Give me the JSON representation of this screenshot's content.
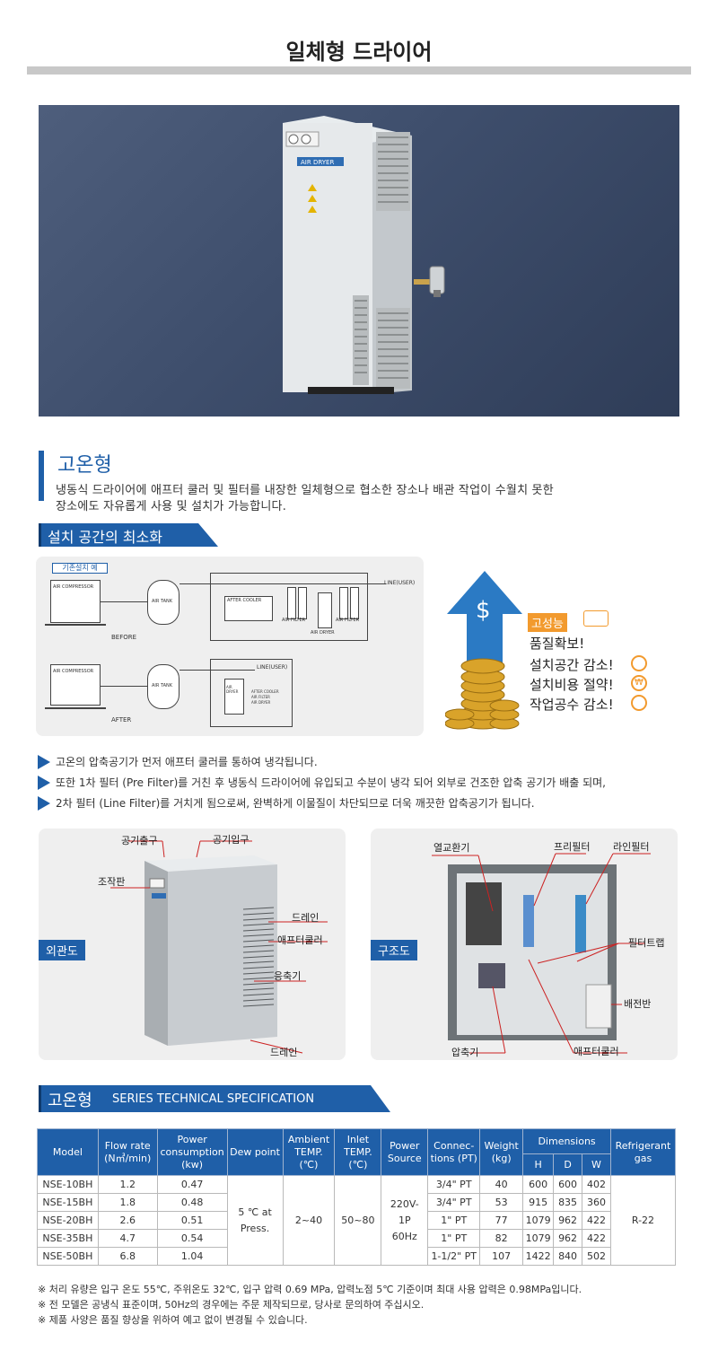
{
  "page": {
    "title": "일체형 드라이어"
  },
  "hero": {
    "logo_text": "AIR DRYER"
  },
  "intro": {
    "heading": "고온형",
    "desc_line1": "냉동식 드라이어에 애프터 쿨러 및 필터를 내장한 일체형으로 협소한 장소나 배관 작업이 수월치 못한",
    "desc_line2": "장소에도 자유롭게 사용 및 설치가 가능합니다."
  },
  "install": {
    "banner": "설치 공간의 최소화",
    "existing_tag": "기존설치 예",
    "before_label": "BEFORE",
    "after_label": "AFTER",
    "air_compressor": "AIR COMPRESSOR",
    "air_tank": "AIR TANK",
    "after_cooler": "AFTER COOLER",
    "air_filter": "AIR FILTER",
    "air_dryer": "AIR DRYER",
    "line_user": "LINE(USER)",
    "air_dryer_short": "AIR DRYER",
    "mini_after_cooler": "AFTER COOLER",
    "mini_air_filter": "AIR FILTER",
    "mini_air_dryer": "AIR DRYER"
  },
  "benefits": {
    "tag": "고성능",
    "items": [
      "품질확보!",
      "설치공간 감소!",
      "설치비용 절약!",
      "작업공수 감소!"
    ]
  },
  "bullets": [
    "고온의 압축공기가 먼저 애프터 쿨러를 통하여 냉각됩니다.",
    "또한 1차 필터 (Pre Filter)를 거친 후 냉동식 드라이어에 유입되고 수분이 냉각 되어 외부로 건조한 압축 공기가 배출 되며,",
    "2차 필터 (Line Filter)를 거치게 됨으로써, 완벽하게 이물질이 차단되므로 더욱 깨끗한 압축공기가 됩니다."
  ],
  "exterior": {
    "label": "외관도",
    "callouts": {
      "air_out": "공기출구",
      "air_in": "공기입구",
      "control_panel": "조작판",
      "drain_top": "드레인",
      "after_cooler": "애프터쿨러",
      "condenser": "응축기",
      "drain_bottom": "드레인"
    }
  },
  "structure": {
    "label": "구조도",
    "callouts": {
      "heat_exchanger": "열교환기",
      "pre_filter": "프리필터",
      "line_filter": "라인필터",
      "filter_trap": "필터트랩",
      "panel": "배전반",
      "compressor": "압축기",
      "after_cooler": "애프터쿨러"
    }
  },
  "spec": {
    "heading": "고온형",
    "heading_en": "SERIES TECHNICAL SPECIFICATION",
    "headers": {
      "model": "Model",
      "flow_rate": "Flow rate (N㎥/min)",
      "power": "Power consumption (kw)",
      "dew_point": "Dew point",
      "ambient": "Ambient TEMP. (℃)",
      "inlet": "Inlet TEMP. (℃)",
      "power_source": "Power Source",
      "connections": "Connec- tions (PT)",
      "weight": "Weight (kg)",
      "dimensions": "Dimensions",
      "dim_h": "H",
      "dim_d": "D",
      "dim_w": "W",
      "refrigerant": "Refrigerant gas"
    },
    "rows": [
      {
        "model": "NSE-10BH",
        "flow": "1.2",
        "power": "0.47",
        "conn": "3/4\" PT",
        "weight": "40",
        "h": "600",
        "d": "600",
        "w": "402"
      },
      {
        "model": "NSE-15BH",
        "flow": "1.8",
        "power": "0.48",
        "conn": "3/4\" PT",
        "weight": "53",
        "h": "915",
        "d": "835",
        "w": "360"
      },
      {
        "model": "NSE-20BH",
        "flow": "2.6",
        "power": "0.51",
        "conn": "1\" PT",
        "weight": "77",
        "h": "1079",
        "d": "962",
        "w": "422"
      },
      {
        "model": "NSE-35BH",
        "flow": "4.7",
        "power": "0.54",
        "conn": "1\" PT",
        "weight": "82",
        "h": "1079",
        "d": "962",
        "w": "422"
      },
      {
        "model": "NSE-50BH",
        "flow": "6.8",
        "power": "1.04",
        "conn": "1-1/2\" PT",
        "weight": "107",
        "h": "1422",
        "d": "840",
        "w": "502"
      }
    ],
    "merged": {
      "dew_point": "5 ℃ at Press.",
      "ambient": "2~40",
      "inlet": "50~80",
      "power_source": "220V-1P 60Hz",
      "refrigerant": "R-22"
    }
  },
  "notes": [
    "※ 처리 유량은 입구 온도 55℃, 주위온도 32℃, 입구 압력 0.69 MPa, 압력노점 5℃ 기준이며 최대 사용 압력은 0.98MPa입니다.",
    "※ 전 모델은 공냉식 표준이며, 50Hz의 경우에는 주문 제작되므로, 당사로 문의하여 주십시오.",
    "※ 제품 사양은 품질 향상을 위하여 예고 없이 변경될 수 있습니다."
  ],
  "colors": {
    "accent": "#1f5fa8",
    "benefit_tag": "#f29a2e"
  }
}
